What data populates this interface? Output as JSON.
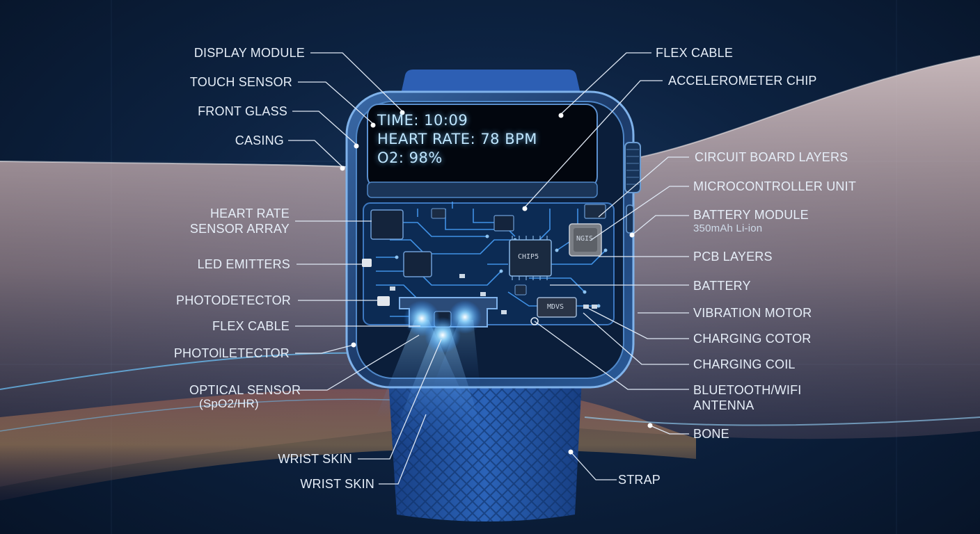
{
  "screen": {
    "time": "TIME: 10:09",
    "heart_rate": "HEART RATE: 78 BPM",
    "o2": "O2: 98%"
  },
  "chips": {
    "main": "CHIP5",
    "side": "NGIS",
    "motor": "MDVS"
  },
  "labels_left": [
    {
      "text": "DISPLAY MODULE"
    },
    {
      "text": "TOUCH SENSOR"
    },
    {
      "text": "FRONT GLASS"
    },
    {
      "text": "CASING"
    },
    {
      "text": "HEART RATE",
      "sub": "SENSOR ARRAY"
    },
    {
      "text": "LED EMITTERS"
    },
    {
      "text": "PHOTODETECTOR"
    },
    {
      "text": "FLEX CABLE"
    },
    {
      "text": "PHOTOlLETECTOR"
    },
    {
      "text": "OPTICAL SENSOR",
      "sub": "(SpO2/HR)"
    },
    {
      "text": "WRIST SKIN"
    },
    {
      "text": "WRIST SKIN"
    }
  ],
  "labels_right": [
    {
      "text": "FLEX CABLE"
    },
    {
      "text": "ACCELEROMETER CHIP"
    },
    {
      "text": "CIRCUIT BOARD LAYERS"
    },
    {
      "text": "MICROCONTROLLER UNIT"
    },
    {
      "text": "BATTERY MODULE",
      "sub": "350mAh Li-ion"
    },
    {
      "text": "PCB LAYERS"
    },
    {
      "text": "BATTERY"
    },
    {
      "text": "VIBRATION MOTOR"
    },
    {
      "text": "CHARGING COTOR"
    },
    {
      "text": "CHARGING COIL"
    },
    {
      "text": "BLUETOOTH/WIFI",
      "sub": "ANTENNA"
    },
    {
      "text": "BONE"
    },
    {
      "text": "STRAP"
    }
  ],
  "colors": {
    "background": "#0d2342",
    "glow": "#6ec8ff",
    "strap": "#1f4f9c",
    "skin": "#e0c2bd"
  }
}
